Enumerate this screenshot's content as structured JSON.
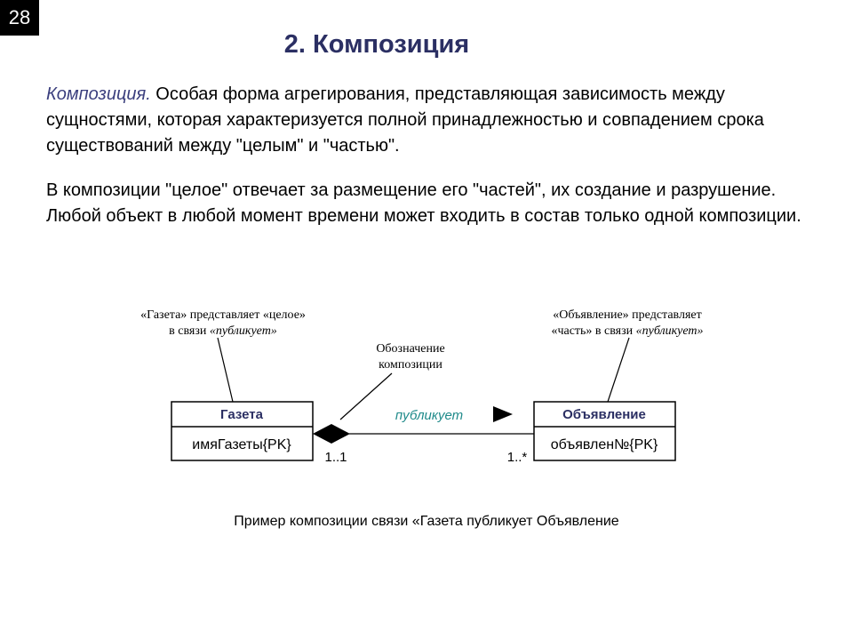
{
  "slide": {
    "page_number": "28",
    "title": "2. Композиция",
    "para1_term": "Композиция.",
    "para1_text": " Особая форма агрегирования, представляющая зависимость между сущностями, которая характеризуется полной принадлежностью и совпадением срока существований между \"целым\" и \"частью\".",
    "para2_text": "В композиции \"целое\" отвечает за размещение его \"частей\", их создание и разрушение. Любой объект в любой момент времени может входить в состав только одной композиции.",
    "caption": "Пример композиции связи «Газета публикует Объявление"
  },
  "diagram": {
    "whole_class": {
      "name": "Газета",
      "attribute": "имяГазеты{PK}"
    },
    "part_class": {
      "name": "Объявление",
      "attribute": "объявлен№{PK}"
    },
    "association_label": "публикует",
    "mult_whole": "1..1",
    "mult_part": "1..*",
    "note_whole_line1": "«Газета» представляет «целое»",
    "note_whole_line2_prefix": "в связи ",
    "note_whole_line2_italic": "«публикует»",
    "note_part_line1": "«Объявление» представляет",
    "note_part_line2_prefix": "«часть» в связи ",
    "note_part_line2_italic": "«публикует»",
    "note_composition_line1": "Обозначение",
    "note_composition_line2": "композиции"
  },
  "colors": {
    "title": "#2b2f63",
    "term": "#3b3f7e",
    "class_name": "#2b2f63",
    "association": "#1f8a8a"
  }
}
